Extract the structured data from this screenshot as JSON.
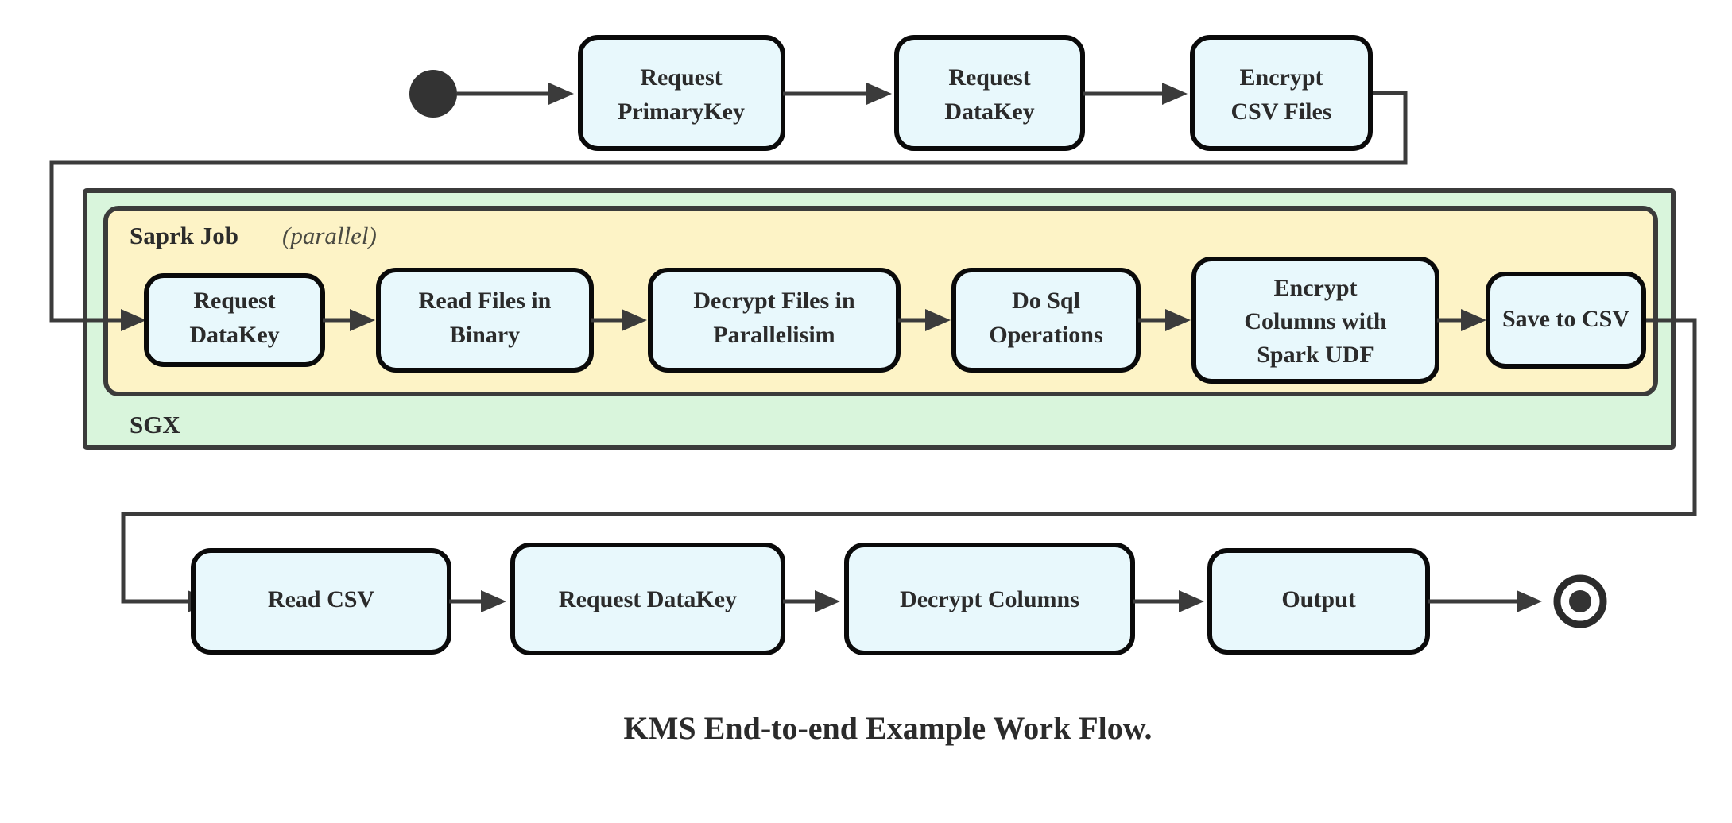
{
  "caption": "KMS End-to-end Example Work Flow.",
  "colors": {
    "node_fill": "#e8f8fc",
    "node_stroke": "#0a0a0a",
    "sgx_fill": "#d9f5dc",
    "spark_fill": "#fdf3c6",
    "edge": "#3b3b3b",
    "text": "#2b2b2b",
    "background": "#ffffff"
  },
  "containers": {
    "outer": {
      "label": "SGX"
    },
    "inner": {
      "label": "Saprk Job",
      "qualifier": "(parallel)"
    }
  },
  "nodes": {
    "start": {
      "name": "initial-node"
    },
    "end": {
      "name": "final-node"
    },
    "top_row": [
      {
        "id": "request-primarykey",
        "lines": [
          "Request",
          "PrimaryKey"
        ]
      },
      {
        "id": "request-datakey-top",
        "lines": [
          "Request",
          "DataKey"
        ]
      },
      {
        "id": "encrypt-csv-files",
        "lines": [
          "Encrypt",
          "CSV Files"
        ]
      }
    ],
    "spark_row": [
      {
        "id": "request-datakey-spark",
        "lines": [
          "Request",
          "DataKey"
        ]
      },
      {
        "id": "read-files-in-binary",
        "lines": [
          "Read Files in",
          "Binary"
        ]
      },
      {
        "id": "decrypt-files-in-parallelisim",
        "lines": [
          "Decrypt Files in",
          "Parallelisim"
        ]
      },
      {
        "id": "do-sql-operations",
        "lines": [
          "Do Sql",
          "Operations"
        ]
      },
      {
        "id": "encrypt-columns-with-spark-udf",
        "lines": [
          "Encrypt",
          "Columns with",
          "Spark UDF"
        ]
      },
      {
        "id": "save-to-csv",
        "lines": [
          "Save to CSV"
        ]
      }
    ],
    "bottom_row": [
      {
        "id": "read-csv",
        "lines": [
          "Read CSV"
        ]
      },
      {
        "id": "request-datakey-bottom",
        "lines": [
          "Request DataKey"
        ]
      },
      {
        "id": "decrypt-columns",
        "lines": [
          "Decrypt Columns"
        ]
      },
      {
        "id": "output",
        "lines": [
          "Output"
        ]
      }
    ]
  },
  "chart_data": {
    "type": "diagram",
    "title": "KMS End-to-end Example Work Flow.",
    "flow": [
      "start",
      "Request PrimaryKey",
      "Request DataKey",
      "Encrypt CSV Files",
      "Request DataKey",
      "Read Files in Binary",
      "Decrypt Files in Parallelisim",
      "Do Sql Operations",
      "Encrypt Columns with Spark UDF",
      "Save to CSV",
      "Read CSV",
      "Request DataKey",
      "Decrypt Columns",
      "Output",
      "end"
    ]
  }
}
